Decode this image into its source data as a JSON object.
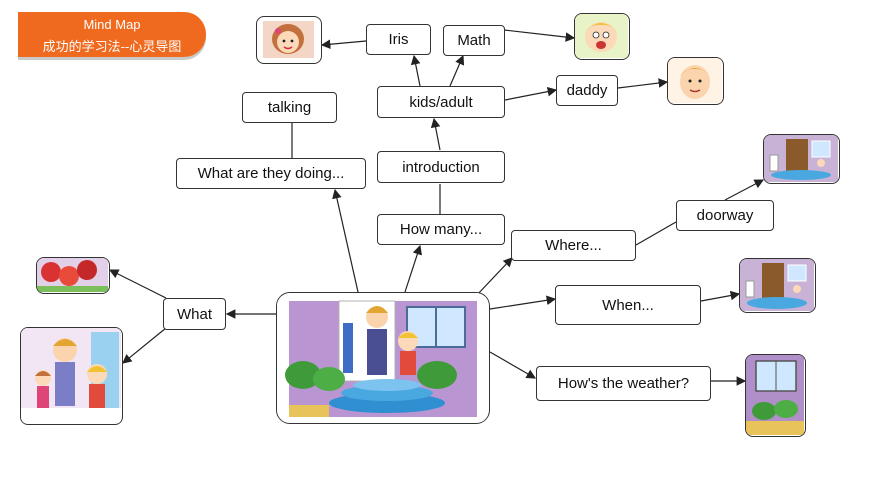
{
  "banner": {
    "title": "Mind Map",
    "subtitle": "成功的学习法--心灵导图"
  },
  "nodes": {
    "iris": "Iris",
    "math": "Math",
    "kids_adult": "kids/adult",
    "daddy": "daddy",
    "talking": "talking",
    "introduction": "introduction",
    "what_are_they_doing": "What are they doing...",
    "how_many": "How many...",
    "where": "Where...",
    "doorway": "doorway",
    "when": "When...",
    "hows_the_weather": "How's the weather?",
    "what": "What"
  },
  "colors": {
    "banner": "#ef6a1f",
    "border": "#333333"
  },
  "pictures": [
    "girl-face",
    "boy-face",
    "man-face",
    "doorway-scene",
    "doorway-scene",
    "flowers-window",
    "apples",
    "family",
    "central-scene"
  ]
}
